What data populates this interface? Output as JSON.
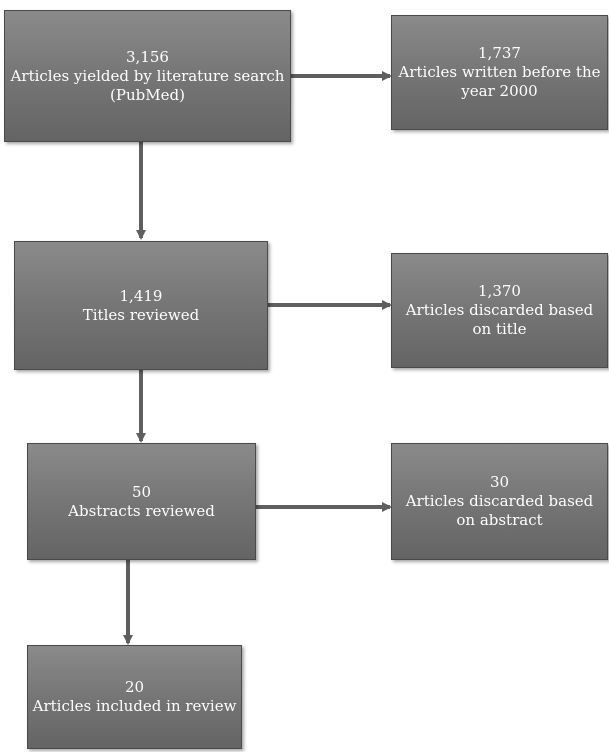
{
  "boxes": {
    "search": {
      "count": "3,156",
      "line1": "Articles yielded by literature search",
      "line2": "(PubMed)"
    },
    "before2000": {
      "count": "1,737",
      "line1": "Articles written before the",
      "line2": "year 2000"
    },
    "titles": {
      "count": "1,419",
      "line1": "Titles reviewed"
    },
    "title_disc": {
      "count": "1,370",
      "line1": "Articles discarded based",
      "line2": "on title"
    },
    "abstracts": {
      "count": "50",
      "line1": "Abstracts reviewed"
    },
    "abstract_disc": {
      "count": "30",
      "line1": "Articles discarded based",
      "line2": "on abstract"
    },
    "included": {
      "count": "20",
      "line1": "Articles included in review"
    }
  },
  "colors": {
    "box": "#747474",
    "arrow": "#5f5f5f",
    "text": "#ffffff"
  }
}
